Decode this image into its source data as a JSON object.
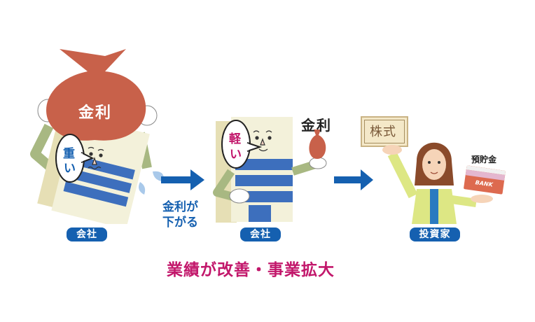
{
  "company1": {
    "bag_label": "金利",
    "speech": [
      "重",
      "い"
    ],
    "caption": "会社"
  },
  "transition1": {
    "line1": "金利が",
    "line2": "下がる"
  },
  "company2": {
    "speech": [
      "軽",
      "い"
    ],
    "interest_label": "金利",
    "caption": "会社"
  },
  "investor": {
    "stock_label": "株式",
    "savings_label": "預貯金",
    "bankbook_text": "BANK",
    "caption": "投資家"
  },
  "result": {
    "text": "業績が改善・事業拡大"
  },
  "colors": {
    "accent_blue": "#1560b0",
    "magenta": "#c2176b",
    "bag_red": "#c8614a",
    "building_cream": "#f3f1da",
    "arm_green": "#a8b882"
  }
}
